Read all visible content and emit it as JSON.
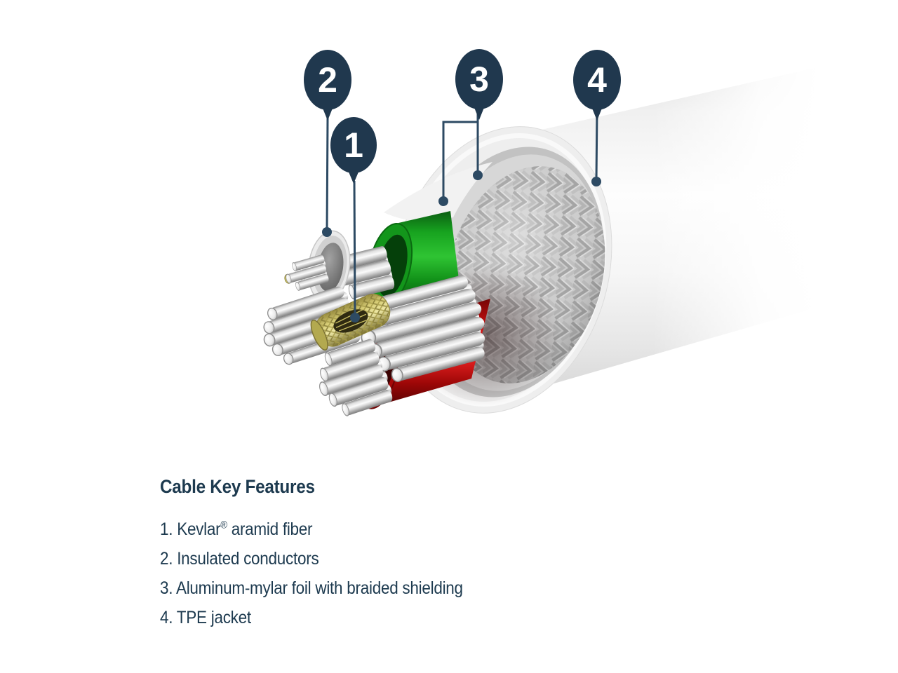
{
  "figure": {
    "callouts": [
      {
        "number": "1"
      },
      {
        "number": "2"
      },
      {
        "number": "3"
      },
      {
        "number": "4"
      }
    ],
    "colors": {
      "callout_bubble": "#20384e",
      "callout_line": "#2d4a63",
      "jacket": "#f2f2f2",
      "foil": "#c2c2c2",
      "braid": "#cdcdcd",
      "conductor_green": "#17a01f",
      "conductor_red": "#d31114",
      "conductor_white": "#ebebeb",
      "kevlar": "#d8ce77",
      "wire_silver": "#d6d6d6",
      "text": "#1d3a4f"
    }
  },
  "key_features": {
    "title": "Cable Key Features",
    "items": [
      {
        "num": "1.",
        "pre": " Kevlar",
        "sup": "®",
        "post": " aramid fiber"
      },
      {
        "num": "2.",
        "pre": " Insulated conductors",
        "sup": "",
        "post": ""
      },
      {
        "num": "3.",
        "pre": " Aluminum-mylar foil with braided shielding",
        "sup": "",
        "post": ""
      },
      {
        "num": "4.",
        "pre": " TPE jacket",
        "sup": "",
        "post": ""
      }
    ]
  }
}
